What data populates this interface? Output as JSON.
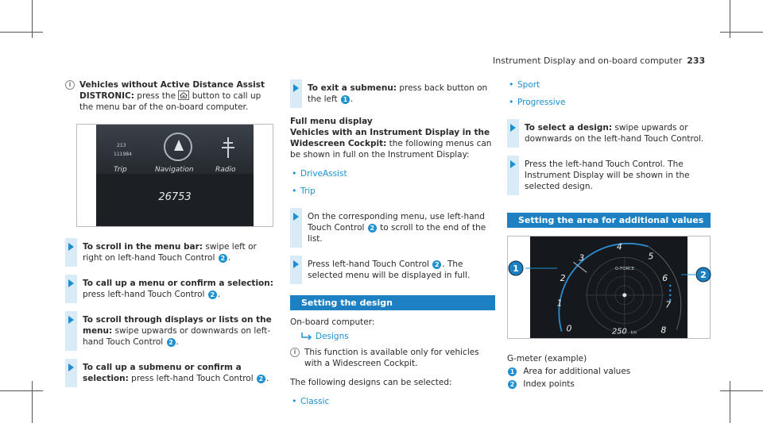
{
  "header": {
    "section_title": "Instrument Display and on-board computer",
    "page_number": "233"
  },
  "col1": {
    "note_heading": "Vehicles without Active Distance Assist DISTRONIC:",
    "note_text_pre": " press the ",
    "note_text_post": " button to call up the menu bar of the on-board computer.",
    "home_icon": "home-icon",
    "screenshot": {
      "labels": [
        "Trip",
        "Navigation",
        "Radio"
      ],
      "odometer": "26753",
      "small_top": "213",
      "small_bottom": "111984"
    },
    "steps": [
      {
        "bold": "To scroll in the menu bar:",
        "text": " swipe left or right on left-hand Touch Control ",
        "ref": "2",
        "end": "."
      },
      {
        "bold": "To call up a menu or confirm a selection:",
        "text": " press left-hand Touch Control ",
        "ref": "2",
        "end": "."
      },
      {
        "bold": "To scroll through displays or lists on the menu:",
        "text": " swipe upwards or downwards on left-hand Touch Control ",
        "ref": "2",
        "end": "."
      },
      {
        "bold": "To call up a submenu or confirm a selection:",
        "text": " press left-hand Touch Control ",
        "ref": "2",
        "end": "."
      }
    ]
  },
  "col2": {
    "step_exit": {
      "bold": "To exit a submenu:",
      "text": " press back button on the left ",
      "ref": "1",
      "end": "."
    },
    "full_menu_heading": "Full menu display",
    "full_menu_subheading": "Vehicles with an Instrument Display in the Widescreen Cockpit:",
    "full_menu_text": " the following menus can be shown in full on the Instrument Display:",
    "menus": [
      "DriveAssist",
      "Trip"
    ],
    "step_scroll": {
      "text": "On the corresponding menu, use left-hand Touch Control ",
      "ref": "2",
      "end": " to scroll to the end of the list."
    },
    "step_press": {
      "text": "Press left-hand Touch Control ",
      "ref": "2",
      "end": ". The selected menu will be displayed in full."
    },
    "banner": "Setting the design",
    "path_label": "On-board computer:",
    "path_link": "Designs",
    "note": "This function is available only for vehicles with a Widescreen Cockpit.",
    "designs_intro": "The following designs can be selected:",
    "designs": [
      "Classic"
    ]
  },
  "col3": {
    "designs": [
      "Sport",
      "Progressive"
    ],
    "step_select": {
      "bold": "To select a design:",
      "text": " swipe upwards or downwards on the left-hand Touch Control."
    },
    "step_press": {
      "text": "Press the left-hand Touch Control. The Instrument Display will be shown in the selected design."
    },
    "banner": "Setting the area for additional values",
    "gauge": {
      "ticks": [
        "0",
        "1",
        "2",
        "3",
        "4",
        "5",
        "6",
        "7",
        "8"
      ],
      "label": "G-FORCE",
      "speed": "250",
      "unit": "km"
    },
    "caption": "G-meter (example)",
    "legend": [
      {
        "num": "1",
        "text": "Area for additional values"
      },
      {
        "num": "2",
        "text": "Index points"
      }
    ]
  },
  "colors": {
    "accent": "#1e8fcf",
    "banner": "#1c80c3",
    "step_bar": "#d8ebf6"
  }
}
